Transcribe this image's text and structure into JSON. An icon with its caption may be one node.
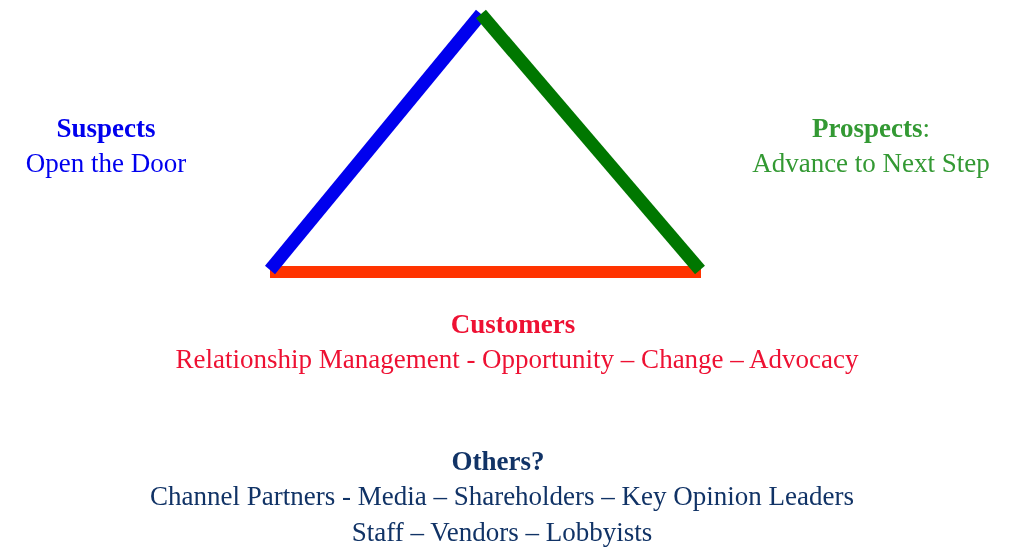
{
  "diagram": {
    "labels": [
      "Suspects",
      "Open the Door",
      "**Prospects**:",
      "Advance to Next Step",
      "Customers",
      "Relationship Management - Opportunity – Change – Advocacy",
      "Others?",
      "Channel Partners - Media – Shareholders – Key Opinion Leaders Staff – Vendors – Lobbyists"
    ]
  }
}
